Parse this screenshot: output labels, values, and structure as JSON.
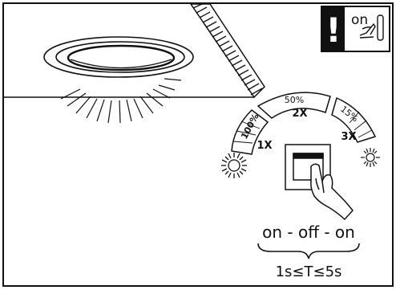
{
  "warning_box": {
    "symbol": "!",
    "state_label": "on"
  },
  "dimming_levels": [
    {
      "percent": "100%",
      "press_count": "1X"
    },
    {
      "percent": "50%",
      "press_count": "2X"
    },
    {
      "percent": "15%",
      "press_count": "3X"
    }
  ],
  "sequence": {
    "label": "on - off - on",
    "timing": "1s≤T≤5s"
  },
  "icons": {
    "warning": "exclamation-icon",
    "hand_switch": "hand-pressing-switch-icon",
    "lamp": "recessed-downlight-icon"
  },
  "colors": {
    "line": "#111111",
    "band_fill": "#f2f2f2",
    "warning_bg": "#111111"
  }
}
